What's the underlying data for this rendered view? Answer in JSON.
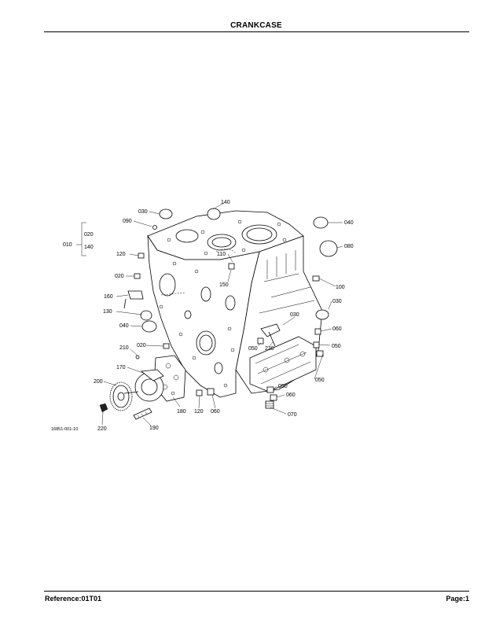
{
  "header": {
    "title": "CRANKCASE"
  },
  "footer": {
    "reference": "Reference:01T01",
    "page": "Page:1"
  },
  "diagram": {
    "figure_id": "16851-001-10",
    "callouts": [
      "140",
      "030",
      "090",
      "040",
      "080",
      "010",
      "020",
      "140",
      "120",
      "110",
      "150",
      "020",
      "100",
      "160",
      "030",
      "130",
      "030",
      "060",
      "040",
      "050",
      "230",
      "050",
      "020",
      "210",
      "050",
      "170",
      "050",
      "060",
      "200",
      "070",
      "180",
      "120",
      "060",
      "220",
      "190"
    ]
  }
}
